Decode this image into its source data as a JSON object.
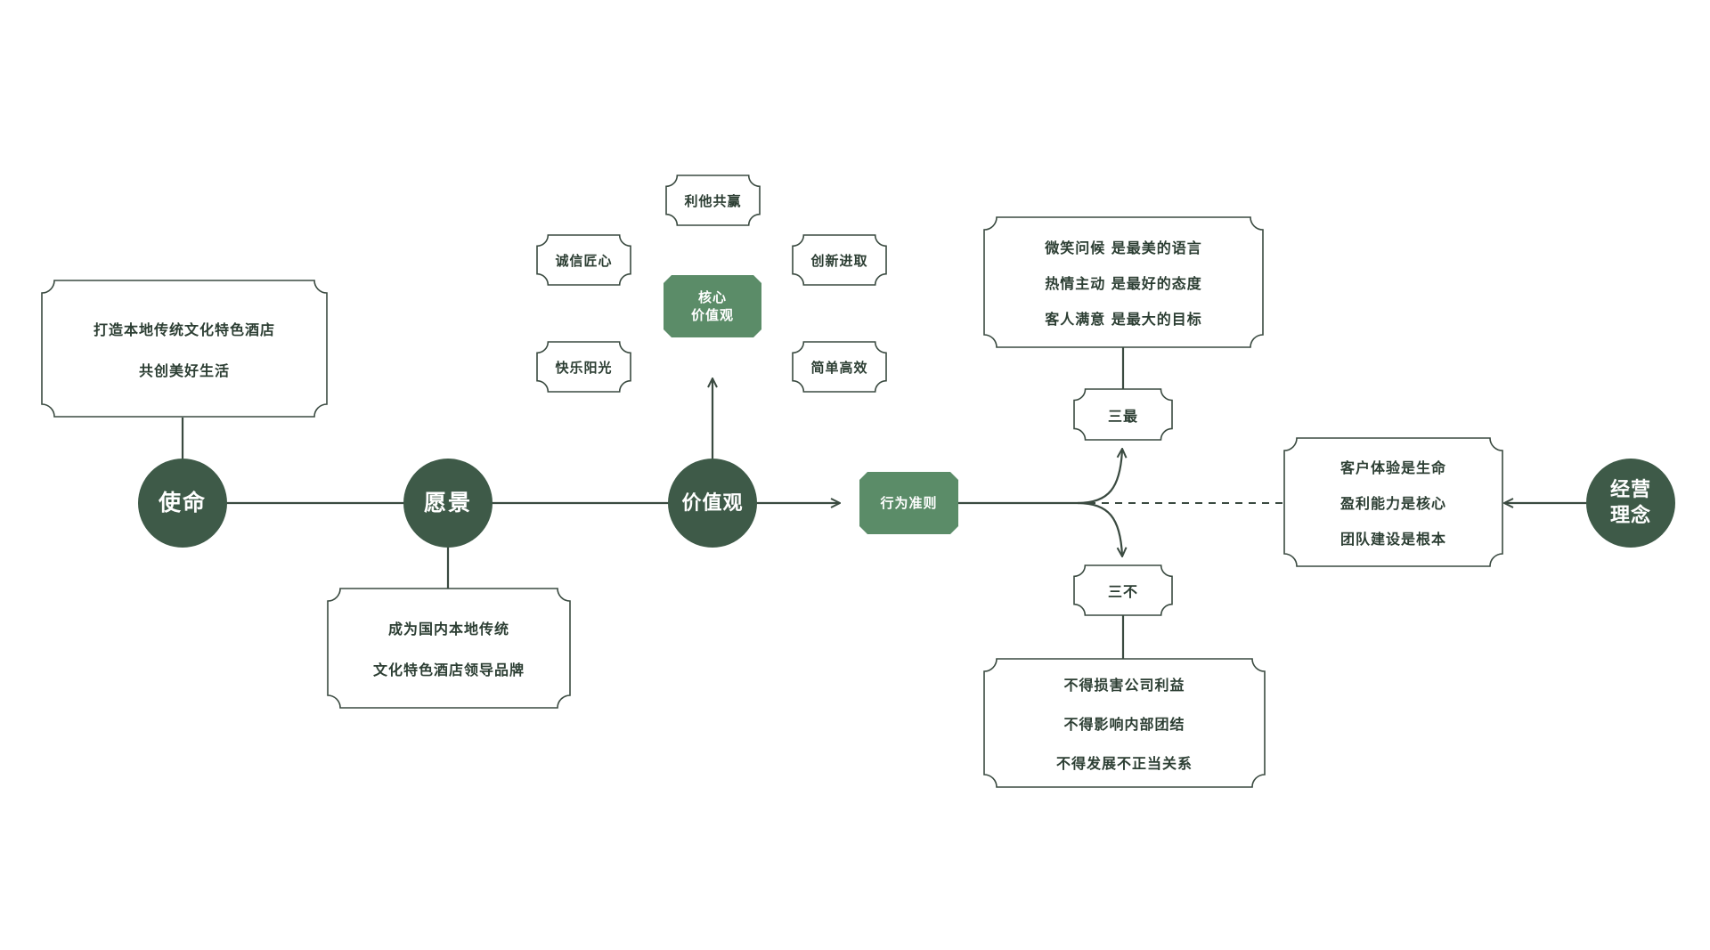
{
  "colors": {
    "dark_green": "#3e5a48",
    "accent_green": "#5b8c68",
    "line": "#3a4a40",
    "text": "#2c3e33"
  },
  "circles": {
    "mission": "使命",
    "vision": "愿景",
    "values": "价值观",
    "philosophy": [
      "经营",
      "理念"
    ]
  },
  "mission_box": {
    "lines": [
      "打造本地传统文化特色酒店",
      "共创美好生活"
    ]
  },
  "vision_box": {
    "lines": [
      "成为国内本地传统",
      "文化特色酒店领导品牌"
    ]
  },
  "core_values": {
    "center": [
      "核心",
      "价值观"
    ],
    "items": [
      "利他共赢",
      "诚信匠心",
      "创新进取",
      "快乐阳光",
      "简单高效"
    ]
  },
  "conduct": {
    "label": "行为准则",
    "three_most": {
      "label": "三最",
      "lines": [
        "微笑问候 是最美的语言",
        "热情主动 是最好的态度",
        "客人满意 是最大的目标"
      ]
    },
    "three_nots": {
      "label": "三不",
      "lines": [
        "不得损害公司利益",
        "不得影响内部团结",
        "不得发展不正当关系"
      ]
    }
  },
  "philosophy_box": {
    "lines": [
      "客户体验是生命",
      "盈利能力是核心",
      "团队建设是根本"
    ]
  }
}
